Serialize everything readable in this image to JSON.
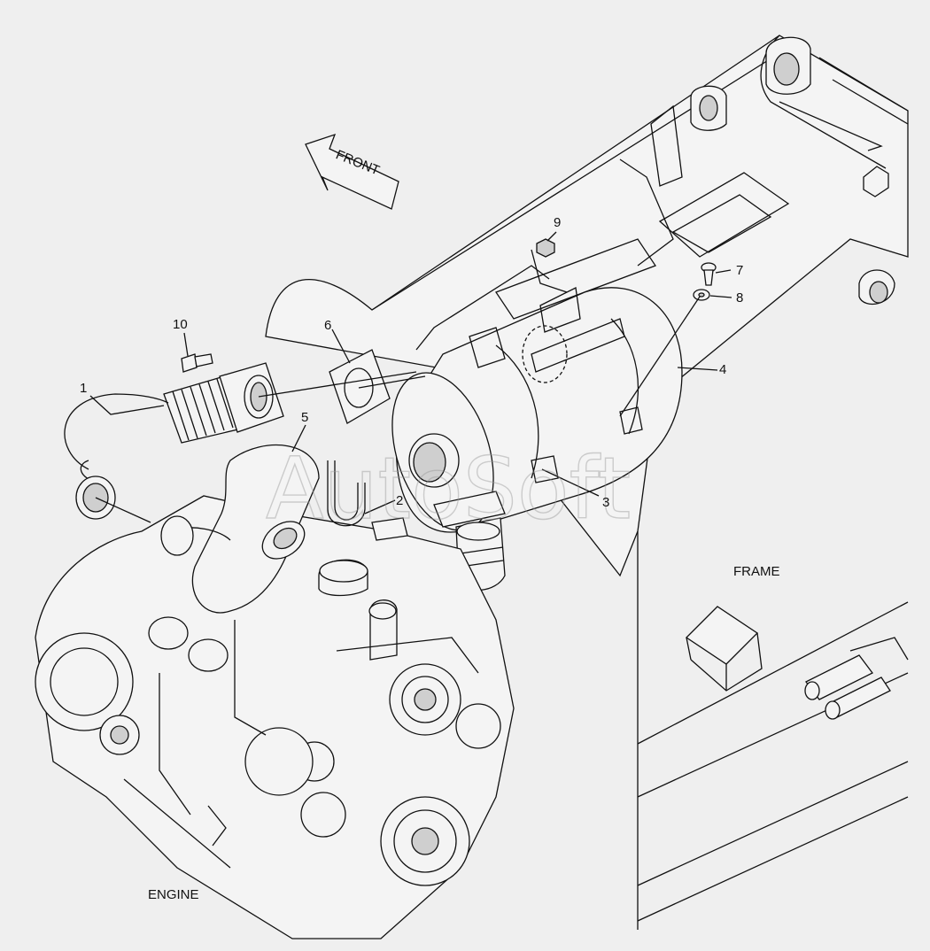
{
  "diagram": {
    "arrow_label": "FRONT",
    "frame_label": "FRAME",
    "engine_label": "ENGINE",
    "watermark": "AutoSoft",
    "callouts": {
      "c1": "1",
      "c2": "2",
      "c3": "3",
      "c4": "4",
      "c5": "5",
      "c6": "6",
      "c7": "7",
      "c8": "8",
      "c9": "9",
      "c10": "10"
    }
  }
}
